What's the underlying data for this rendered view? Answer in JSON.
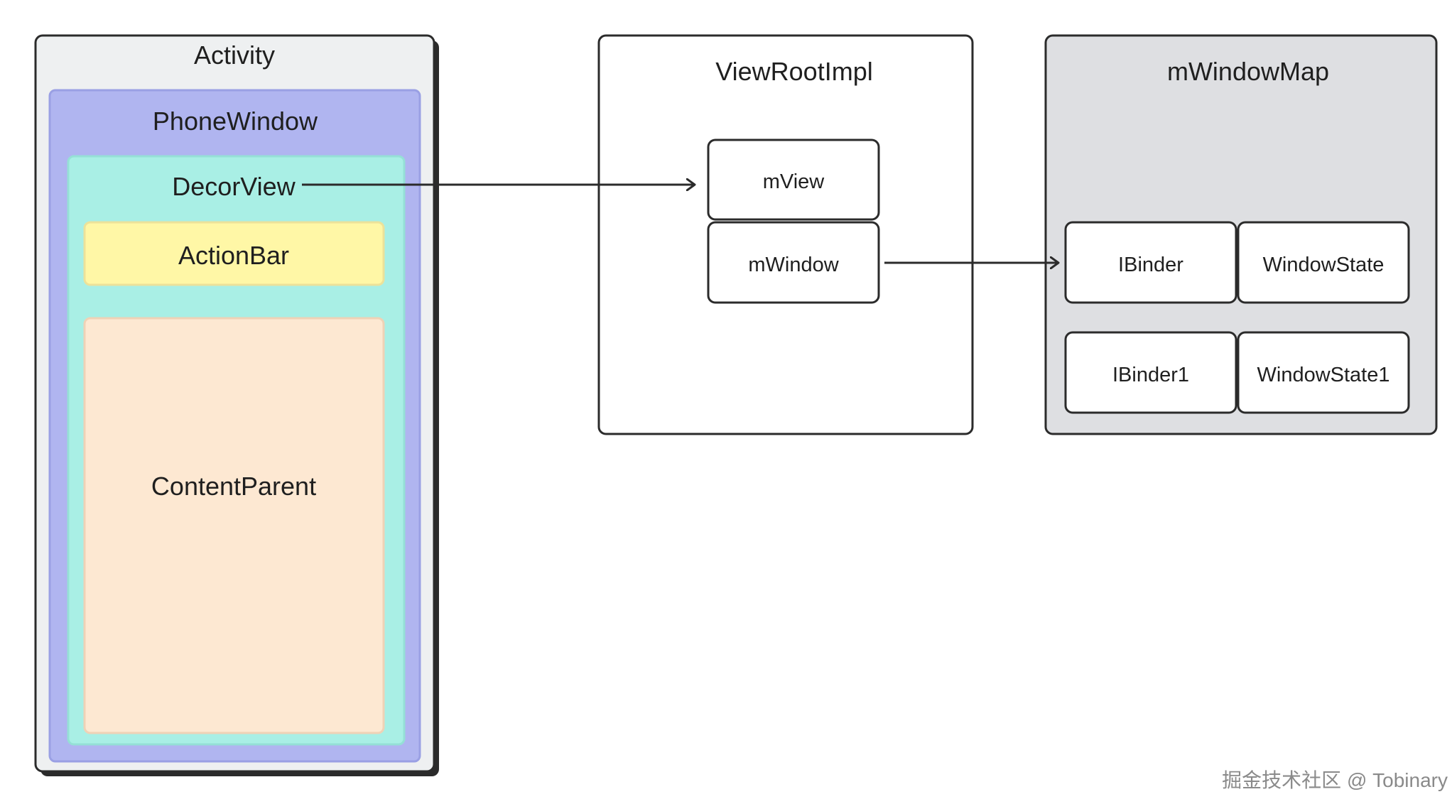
{
  "colors": {
    "activity_fill": "#eef0f1",
    "phonewindow_fill": "#b0b5f0",
    "decorview_fill": "#a9efe5",
    "actionbar_fill": "#fff7a6",
    "contentparent_fill": "#fde8d2",
    "viewrootimpl_fill": "#ffffff",
    "windowmap_fill": "#dedfe2",
    "stroke": "#2b2b2b"
  },
  "activity": {
    "title": "Activity",
    "phone_window": {
      "title": "PhoneWindow",
      "decor_view": {
        "title": "DecorView",
        "action_bar": "ActionBar",
        "content_parent": "ContentParent"
      }
    }
  },
  "view_root_impl": {
    "title": "ViewRootImpl",
    "m_view": "mView",
    "m_window": "mWindow"
  },
  "window_map": {
    "title": "mWindowMap",
    "entries": [
      {
        "key": "IBinder",
        "value": "WindowState"
      },
      {
        "key": "IBinder1",
        "value": "WindowState1"
      }
    ]
  },
  "arrows": [
    {
      "from": "DecorView",
      "to": "mView"
    },
    {
      "from": "mWindow",
      "to": "IBinder"
    }
  ],
  "watermark": "掘金技术社区 @ Tobinary"
}
